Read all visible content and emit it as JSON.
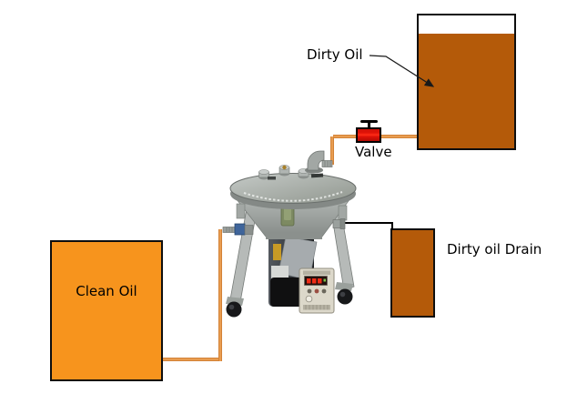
{
  "diagram": {
    "type": "oil-filtration-process-flow",
    "labels": {
      "dirty_oil": "Dirty Oil",
      "valve": "Valve",
      "clean_oil": "Clean Oil",
      "dirty_oil_drain": "Dirty oil Drain"
    },
    "icons": {
      "machine": "centrifugal-oil-filter-machine",
      "valve": "red-shutoff-valve",
      "leader_arrow": "arrow-into-dirty-oil-tank"
    },
    "colors": {
      "clean-oil": "#F7941D",
      "dirty-oil": "#B45A09",
      "pipe": "#DF8A33",
      "pipe-dark": "#C9752A",
      "valve-red": "#ED1C0F",
      "outline": "#0E0E0E"
    }
  }
}
